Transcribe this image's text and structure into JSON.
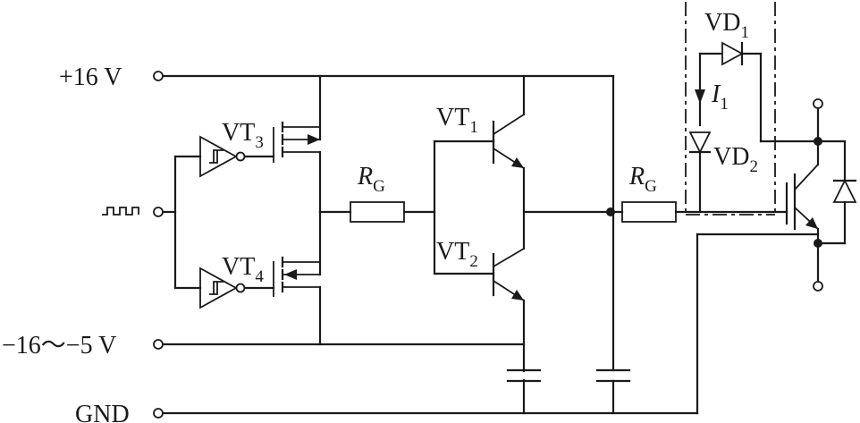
{
  "terminals": {
    "plus_supply": "+16 V",
    "minus_supply": "−16～−5 V",
    "ground": "GND"
  },
  "components": {
    "vt1": {
      "main": "VT",
      "sub": "1"
    },
    "vt2": {
      "main": "VT",
      "sub": "2"
    },
    "vt3": {
      "main": "VT",
      "sub": "3"
    },
    "vt4": {
      "main": "VT",
      "sub": "4"
    },
    "rg": {
      "main": "R",
      "sub": "G"
    },
    "vd1": {
      "main": "VD",
      "sub": "1"
    },
    "vd2": {
      "main": "VD",
      "sub": "2"
    },
    "i1": {
      "main": "I",
      "sub": "1"
    }
  },
  "colors": {
    "ink": "#1a1a1a",
    "background": "#ffffff"
  }
}
